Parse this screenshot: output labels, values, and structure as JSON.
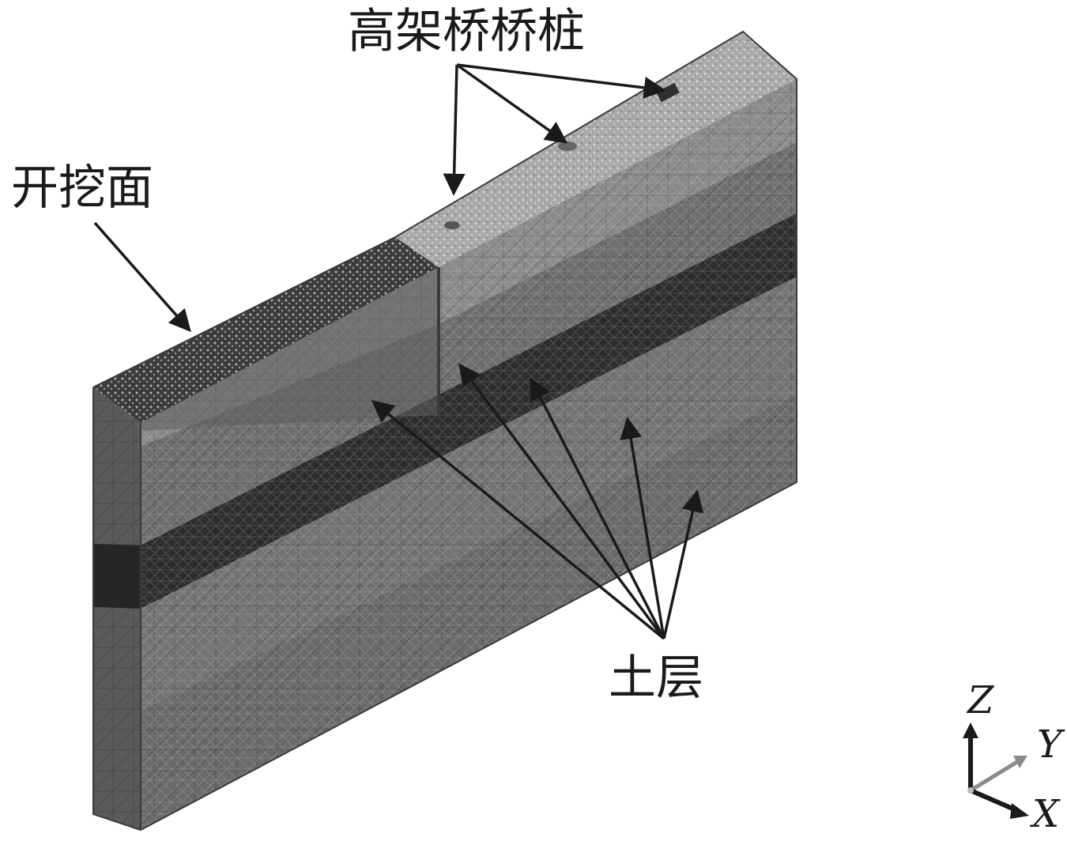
{
  "labels": {
    "excavation_face": "开挖面",
    "viaduct_piles": "高架桥桥桩",
    "soil_layers": "土层"
  },
  "axes": {
    "z": "Z",
    "y": "Y",
    "x": "X"
  },
  "colors": {
    "mesh_dark_band": "#2b2b2b",
    "mesh_mid": "#6a6a6a",
    "mesh_light_top": "#9a9a9a",
    "excavation_top": "#3a3a3a",
    "arrow": "#1a1a1a",
    "axis_z": "#1a1a1a",
    "axis_y": "#888888",
    "axis_x": "#1a1a1a"
  }
}
